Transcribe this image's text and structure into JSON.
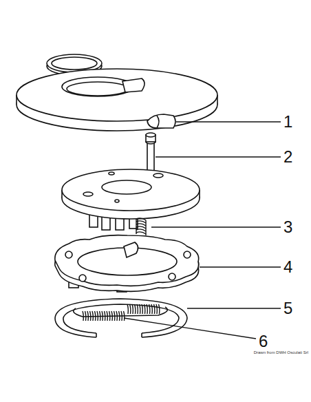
{
  "diagram": {
    "labels": [
      "1",
      "2",
      "3",
      "4",
      "5",
      "6",
      "Drawn from DWH Osculati Srl"
    ]
  }
}
